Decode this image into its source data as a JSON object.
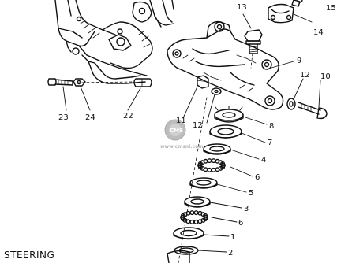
{
  "caption": "STEERING",
  "callouts": {
    "c13": "13",
    "c15": "15",
    "c14": "14",
    "c9": "9",
    "c12a": "12",
    "c10": "10",
    "c11": "11",
    "c12b": "12",
    "c8": "8",
    "c7": "7",
    "c4": "4",
    "c6a": "6",
    "c5": "5",
    "c3": "3",
    "c6b": "6",
    "c1": "1",
    "c2": "2",
    "c23": "23",
    "c24": "24",
    "c22": "22"
  },
  "watermark": {
    "label": "CMS",
    "url": "www.cmsnl.com"
  }
}
